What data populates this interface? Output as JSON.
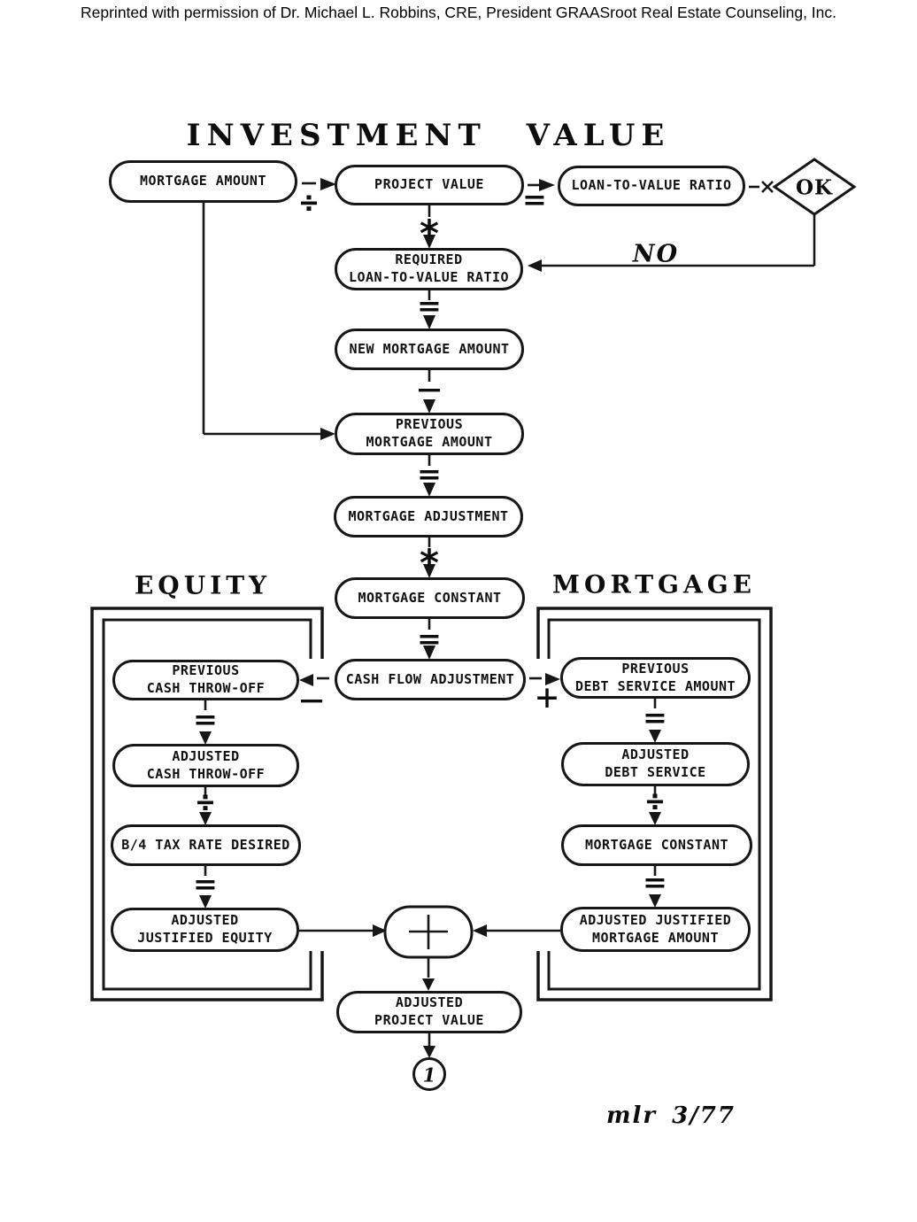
{
  "page": {
    "credit_line": "Reprinted with permission of Dr. Michael L. Robbins, CRE, President GRAASroot Real Estate Counseling, Inc.",
    "title": "INVESTMENT VALUE",
    "signature": "mlr 3/77"
  },
  "section_labels": {
    "equity": "EQUITY",
    "mortgage": "MORTGAGE"
  },
  "decision": {
    "ok": "OK",
    "no": "NO"
  },
  "connector": {
    "page_ref": "1"
  },
  "operators": {
    "divide": "÷",
    "equals": "=",
    "minus": "−",
    "plus": "+",
    "multiply": "*"
  },
  "nodes": {
    "mortgage_amount": "MORTGAGE AMOUNT",
    "project_value": "PROJECT VALUE",
    "loan_to_value_ratio": "LOAN-TO-VALUE RATIO",
    "required_ltv_ratio": "REQUIRED\nLOAN-TO-VALUE RATIO",
    "new_mortgage_amount": "NEW MORTGAGE AMOUNT",
    "previous_mortgage_amount": "PREVIOUS\nMORTGAGE AMOUNT",
    "mortgage_adjustment": "MORTGAGE ADJUSTMENT",
    "mortgage_constant": "MORTGAGE CONSTANT",
    "cash_flow_adjustment": "CASH FLOW ADJUSTMENT",
    "previous_cash_throw_off": "PREVIOUS\nCASH THROW-OFF",
    "adjusted_cash_throw_off": "ADJUSTED\nCASH THROW-OFF",
    "b4_tax_rate_desired": "B/4 TAX RATE DESIRED",
    "adjusted_justified_equity": "ADJUSTED\nJUSTIFIED EQUITY",
    "previous_debt_service_amount": "PREVIOUS\nDEBT SERVICE AMOUNT",
    "adjusted_debt_service": "ADJUSTED\nDEBT SERVICE",
    "mortgage_constant_right": "MORTGAGE CONSTANT",
    "adjusted_justified_mortgage_amount": "ADJUSTED JUSTIFIED\nMORTGAGE AMOUNT",
    "adjusted_project_value": "ADJUSTED\nPROJECT VALUE"
  },
  "colors": {
    "ink": "#161616",
    "paper": "#ffffff"
  }
}
